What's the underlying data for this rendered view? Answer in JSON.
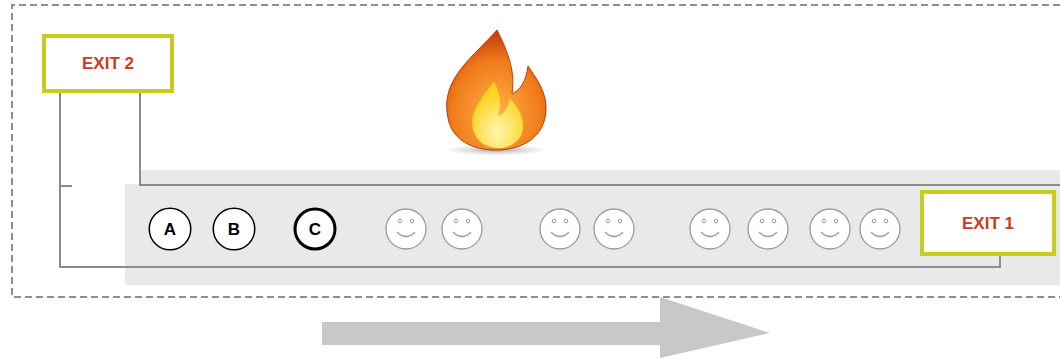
{
  "diagram": {
    "nodes": [
      {
        "text": [
          "EXIT 2"
        ]
      },
      {
        "text": [
          "A"
        ]
      },
      {
        "text": [
          "B"
        ]
      },
      {
        "text": [
          "C"
        ]
      },
      {
        "text": [
          "EXIT 1"
        ]
      }
    ],
    "edges": [
      {
        "from": 0,
        "to": 4,
        "arrow": "none"
      }
    ]
  }
}
